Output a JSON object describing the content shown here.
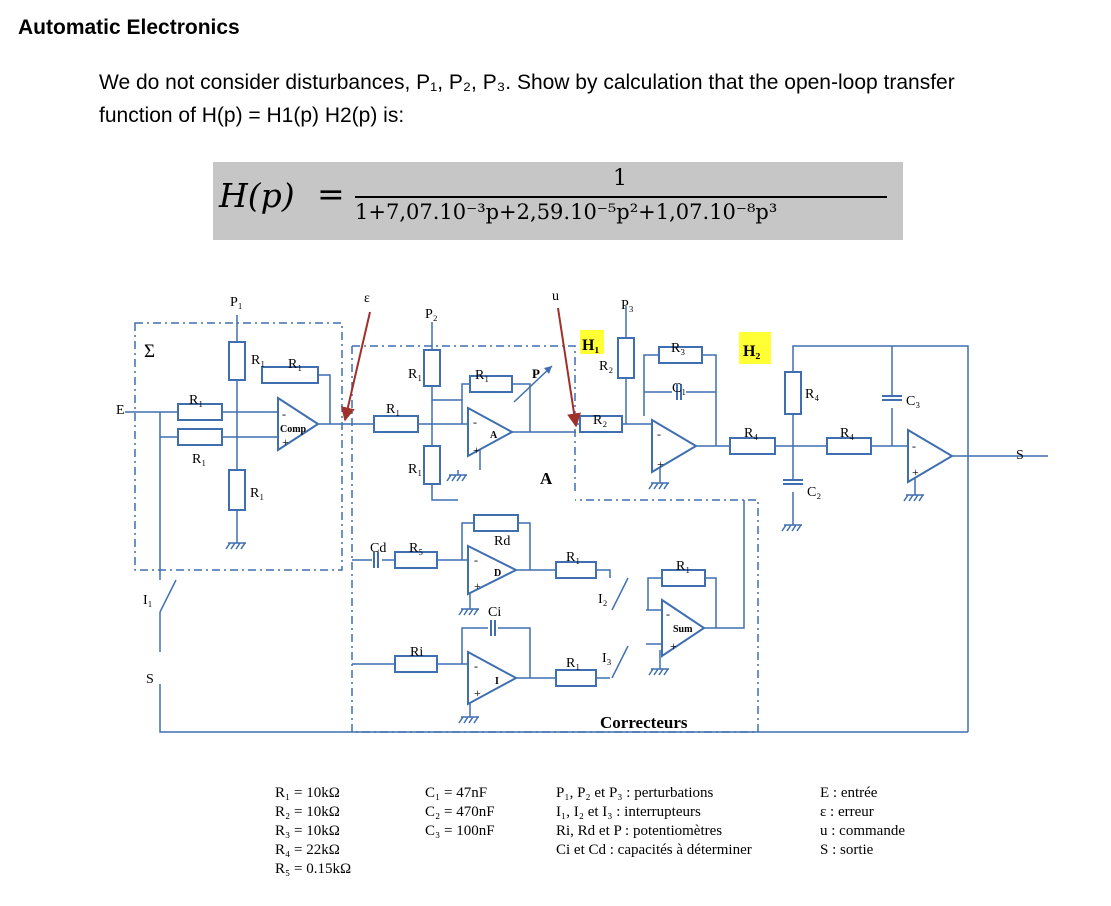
{
  "title": "Automatic Electronics",
  "intro": "We do not consider disturbances, P₁, P₂, P₃. Show by calculation that the open-loop transfer function of H(p) = H1(p) H2(p) is:",
  "formula": {
    "lhs": "H(p)",
    "equals": "=",
    "numerator": "1",
    "denominator": "1+7,07.10⁻³p+2,59.10⁻⁵p²+1,07.10⁻⁸p³"
  },
  "diagram": {
    "labels": {
      "sigma": "Σ",
      "E": "E",
      "S_out": "S",
      "S_fb": "S",
      "I1": "I₁",
      "I2": "I₂",
      "I3": "I₃",
      "P1": "P₁",
      "P2": "P₂",
      "P3": "P₃",
      "eps": "ε",
      "u": "u",
      "H1": "H₁",
      "H2": "H₂",
      "A_block": "A",
      "correcteurs": "Correcteurs",
      "comp": "Comp",
      "amp_A": "A",
      "amp_D": "D",
      "amp_I": "I",
      "sum": "Sum",
      "R1": "R₁",
      "R2": "R₂",
      "R3": "R₃",
      "R4": "R₄",
      "R5": "R₅",
      "Rd": "Rd",
      "Ri": "Ri",
      "P": "P",
      "C1": "C₁",
      "C2": "C₂",
      "C3": "C₃",
      "Cd": "Cd",
      "Ci": "Ci",
      "minus": "-",
      "plus": "+"
    },
    "colors": {
      "wire": "#3f6fb0",
      "arrow": "#a0302a",
      "highlight": "#ffff33"
    }
  },
  "legend": {
    "resistors": [
      "R₁ = 10kΩ",
      "R₂ = 10kΩ",
      "R₃ = 10kΩ",
      "R₄ = 22kΩ",
      "R₅ = 0.15kΩ"
    ],
    "capacitors": [
      "C₁ = 47nF",
      "C₂ = 470nF",
      "C₃ = 100nF"
    ],
    "notes": [
      "P₁, P₂ et P₃ : perturbations",
      "I₁, I₂ et I₃ : interrupteurs",
      "Ri, Rd et P : potentiomètres",
      "Ci et Cd : capacités à déterminer"
    ],
    "signals": [
      "E : entrée",
      "ε : erreur",
      "u : commande",
      "S : sortie"
    ]
  }
}
